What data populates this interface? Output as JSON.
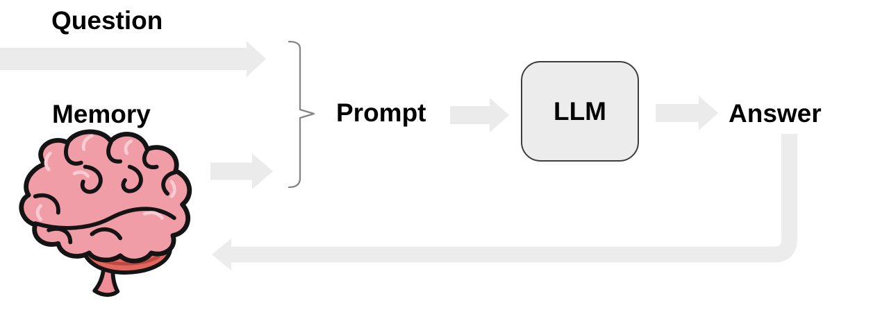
{
  "labels": {
    "question": "Question",
    "memory": "Memory",
    "prompt": "Prompt",
    "llm": "LLM",
    "answer": "Answer"
  },
  "flow": {
    "inputs": [
      "Question",
      "Memory"
    ],
    "merge": "Prompt",
    "processor": "LLM",
    "output": "Answer",
    "feedback": "Answer loops back to Memory"
  },
  "icons": {
    "memory": "cartoon-brain",
    "merge": "right-curly-brace",
    "connector": "block-arrow-right",
    "feedback": "elbow-block-arrow-left"
  },
  "colors": {
    "arrow": "#ebebeb",
    "loop": "#ececec",
    "box_fill": "#ececec",
    "box_border": "#3d3d3d",
    "brace": "#858585",
    "text": "#000000",
    "bg": "#ffffff",
    "brain_pink": "#f19da7",
    "brain_red": "#e2675f"
  }
}
